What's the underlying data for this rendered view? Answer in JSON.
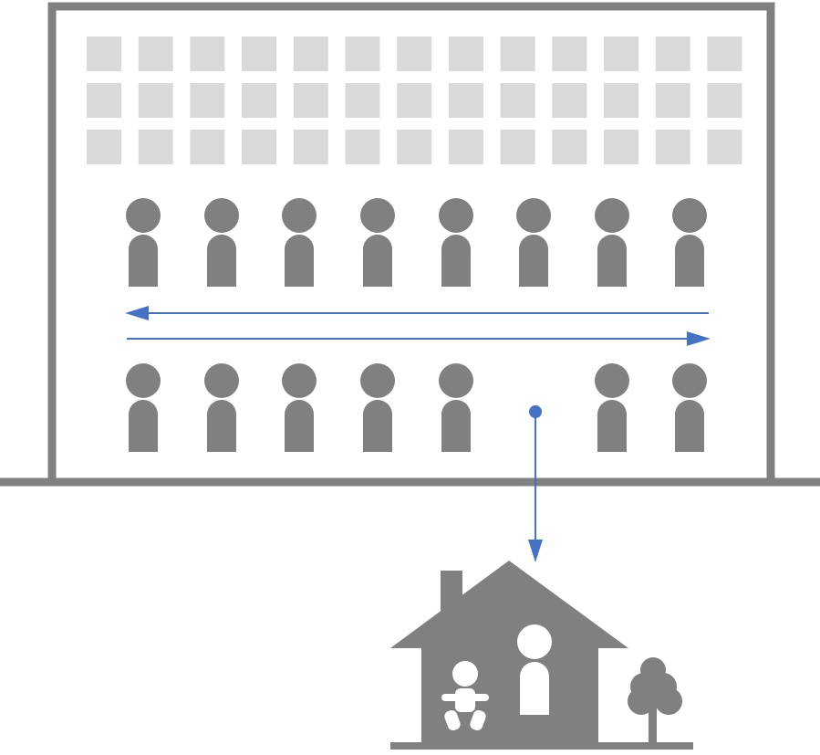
{
  "diagram": {
    "building": {
      "window_rows": 3,
      "window_cols": 13
    },
    "workers": {
      "top_row_count": 8,
      "bottom_row_count": 7,
      "bottom_row_vacant_slot": 6
    },
    "flows": [
      {
        "name": "arrow-left",
        "direction": "left"
      },
      {
        "name": "arrow-right",
        "direction": "right"
      },
      {
        "name": "arrow-down-to-home",
        "direction": "down"
      }
    ],
    "home": {
      "occupants": [
        "adult",
        "baby"
      ],
      "has_tree": true,
      "has_chimney": true
    },
    "colors": {
      "structure": "#808080",
      "window": "#d9d9d9",
      "arrow": "#4472c4",
      "background": "#ffffff"
    }
  }
}
